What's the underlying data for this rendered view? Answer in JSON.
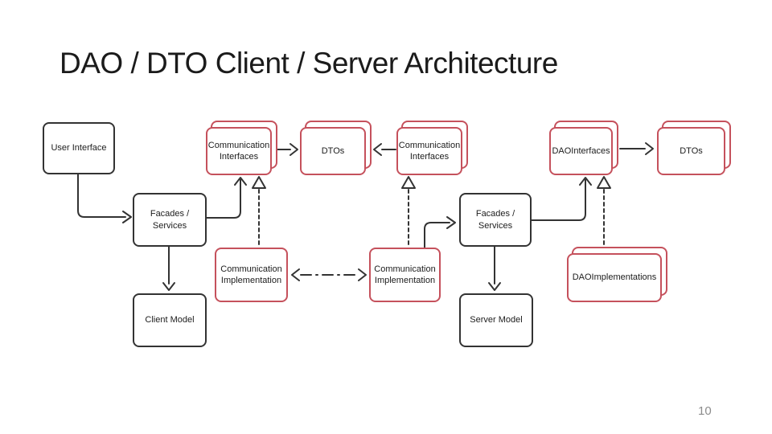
{
  "slide": {
    "title": "DAO / DTO Client / Server Architecture",
    "page_number": "10"
  },
  "colors": {
    "interface_red": "#c5515c",
    "line_dark": "#333333",
    "title_color": "#1b1b1b",
    "page_number_color": "#8c8c8c"
  },
  "diagram": {
    "nodes": {
      "user_interface": "User Interface",
      "comm_interfaces_client": "Communication Interfaces",
      "dtos_client": "DTOs",
      "comm_interfaces_server": "Communication Interfaces",
      "dao_interfaces": "DAOInterfaces",
      "dtos_server": "DTOs",
      "facades_services_client": "Facades / Services",
      "facades_services_server": "Facades / Services",
      "comm_implementation_client": "Communication Implementation",
      "comm_implementation_server": "Communication Implementation",
      "dao_implementations": "DAOImplementations",
      "client_model": "Client Model",
      "server_model": "Server Model"
    },
    "edges": [
      {
        "from": "User Interface",
        "to": "Facades / Services (client)",
        "style": "solid-arrow"
      },
      {
        "from": "Facades / Services (client)",
        "to": "Communication Interfaces (client)",
        "style": "solid-arrow"
      },
      {
        "from": "Communication Implementation (client)",
        "to": "Communication Interfaces (client)",
        "style": "dashed-realization"
      },
      {
        "from": "Communication Interfaces (client)",
        "to": "DTOs (client)",
        "style": "solid-arrow"
      },
      {
        "from": "Communication Interfaces (server)",
        "to": "DTOs (client)",
        "style": "solid-arrow"
      },
      {
        "from": "Communication Implementation (server)",
        "to": "Communication Interfaces (server)",
        "style": "dashed-realization"
      },
      {
        "from": "Communication Implementation (server)",
        "to": "Facades / Services (server)",
        "style": "solid-arrow"
      },
      {
        "from": "Facades / Services (server)",
        "to": "DAOInterfaces",
        "style": "solid-arrow"
      },
      {
        "from": "DAOImplementations",
        "to": "DAOInterfaces",
        "style": "dashed-realization"
      },
      {
        "from": "DAOInterfaces",
        "to": "DTOs (server)",
        "style": "solid-arrow"
      },
      {
        "from": "Facades / Services (client)",
        "to": "Client Model",
        "style": "solid-arrow"
      },
      {
        "from": "Facades / Services (server)",
        "to": "Server Model",
        "style": "solid-arrow"
      },
      {
        "from": "Communication Implementation (client)",
        "to": "Communication Implementation (server)",
        "style": "dash-dot-bidirectional"
      }
    ]
  }
}
